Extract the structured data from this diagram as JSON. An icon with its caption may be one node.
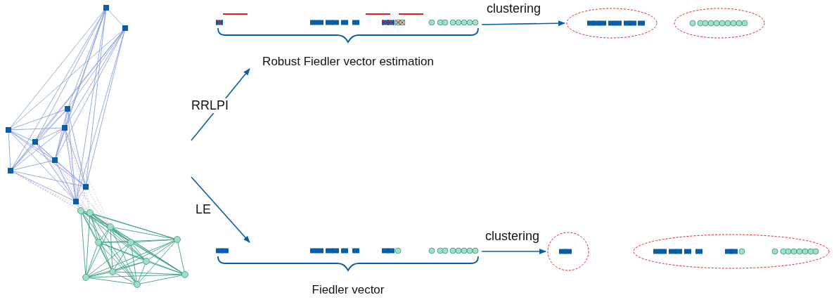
{
  "diagram": {
    "nodes": [
      {
        "text": [],
        "shape": "picture"
      },
      {
        "text": [
          "Robust Fiedler vector estimation"
        ]
      },
      {
        "text": [],
        "shape": "ellipse"
      },
      {
        "text": [],
        "shape": "ellipse"
      },
      {
        "text": [
          "Fiedler vector"
        ]
      },
      {
        "text": [],
        "shape": "ellipse"
      },
      {
        "text": [],
        "shape": "ellipse"
      }
    ],
    "edges": [
      {
        "from": 0,
        "to": 1,
        "arrow": "to",
        "label": "RRLPI"
      },
      {
        "from": 0,
        "to": 4,
        "arrow": "to",
        "label": "LE"
      },
      {
        "from": 1,
        "to": 2,
        "arrow": "to",
        "label": "clustering"
      },
      {
        "from": 4,
        "to": 5,
        "arrow": "to",
        "label": "clustering"
      }
    ]
  }
}
